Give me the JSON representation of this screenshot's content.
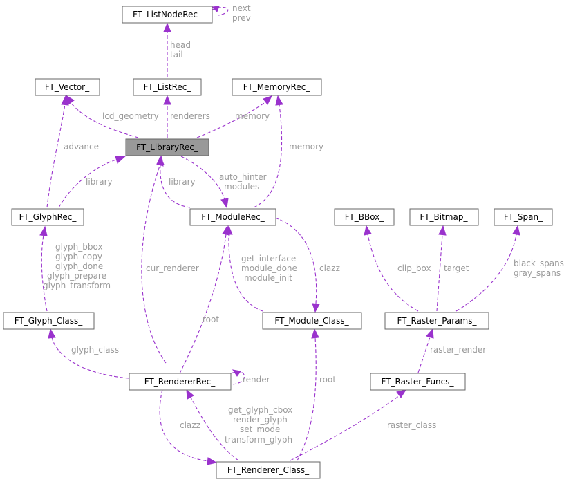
{
  "diagram": {
    "nodes": {
      "listnode": "FT_ListNodeRec_",
      "vector": "FT_Vector_",
      "listrec": "FT_ListRec_",
      "memoryrec": "FT_MemoryRec_",
      "library": "FT_LibraryRec_",
      "glyphrec": "FT_GlyphRec_",
      "modulerec": "FT_ModuleRec_",
      "bbox": "FT_BBox_",
      "bitmap": "FT_Bitmap_",
      "span": "FT_Span_",
      "glyphclass": "FT_Glyph_Class_",
      "moduleclass": "FT_Module_Class_",
      "rasterparams": "FT_Raster_Params_",
      "rendererrec": "FT_RendererRec_",
      "rasterfuncs": "FT_Raster_Funcs_",
      "rendererclass": "FT_Renderer_Class_"
    },
    "edges": {
      "listnode_self": [
        "next",
        "prev"
      ],
      "listrec_listnode": [
        "head",
        "tail"
      ],
      "library_vector": [
        "lcd_geometry"
      ],
      "library_listrec": [
        "renderers"
      ],
      "library_memory": [
        "memory"
      ],
      "glyph_vector": [
        "advance"
      ],
      "glyph_library": [
        "library"
      ],
      "module_library": [
        "library"
      ],
      "library_module": [
        "auto_hinter",
        "modules"
      ],
      "module_memory": [
        "memory"
      ],
      "glyphclass_glyph": [
        "glyph_bbox",
        "glyph_copy",
        "glyph_done",
        "glyph_prepare",
        "glyph_transform"
      ],
      "renderer_library": [
        "cur_renderer"
      ],
      "moduleclass_module": [
        "get_interface",
        "module_done",
        "module_init"
      ],
      "module_moduleclass": [
        "clazz"
      ],
      "params_bbox": [
        "clip_box"
      ],
      "params_bitmap": [
        "target"
      ],
      "params_span": [
        "black_spans",
        "gray_spans"
      ],
      "renderer_module": [
        "root"
      ],
      "renderer_glyphclass": [
        "glyph_class"
      ],
      "renderer_self": [
        "render"
      ],
      "rendererclass_moduleclass": [
        "root"
      ],
      "funcs_params": [
        "raster_render"
      ],
      "renderer_rendererclass": [
        "clazz"
      ],
      "rendererclass_renderer": [
        "get_glyph_cbox",
        "render_glyph",
        "set_mode",
        "transform_glyph"
      ],
      "rendererclass_funcs": [
        "raster_class"
      ]
    }
  },
  "colors": {
    "edge": "#9a32cd",
    "label": "#9a9a9a",
    "highlight_fill": "#999999",
    "border": "#666666"
  }
}
